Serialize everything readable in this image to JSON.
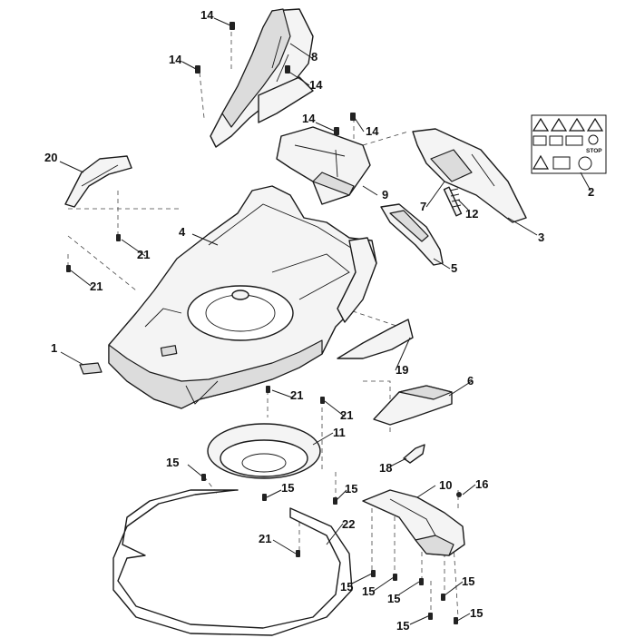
{
  "callouts": {
    "c1": "1",
    "c2": "2",
    "c3": "3",
    "c4": "4",
    "c5": "5",
    "c6": "6",
    "c7": "7",
    "c8": "8",
    "c9": "9",
    "c10": "10",
    "c11": "11",
    "c12": "12",
    "c14": "14",
    "c15": "15",
    "c16": "16",
    "c18": "18",
    "c19": "19",
    "c20": "20",
    "c21": "21",
    "c22": "22"
  },
  "label_plate": {
    "stop_text": "STOP"
  },
  "colors": {
    "line": "#1a1a1a",
    "part_fill": "#f4f4f4",
    "shade": "#dcdcdc",
    "background": "#ffffff"
  }
}
